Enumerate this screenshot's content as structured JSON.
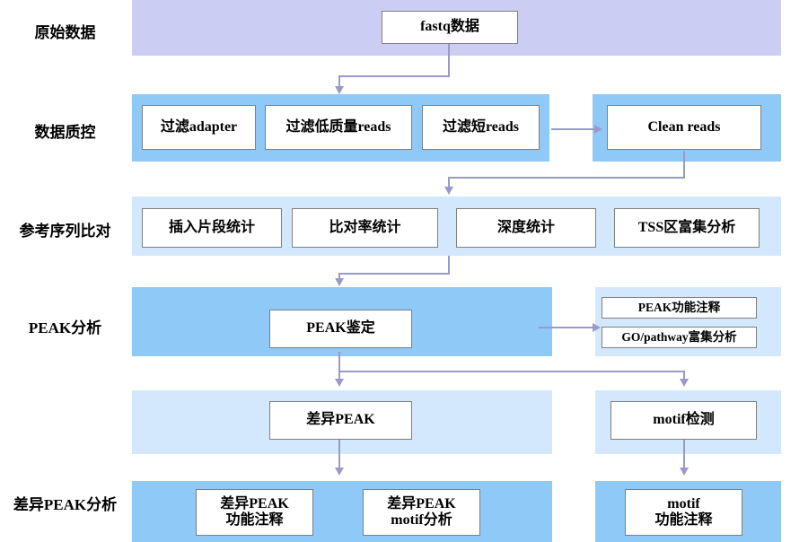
{
  "diagram": {
    "title": "ATAC-seq / ChIP-seq analysis pipeline flowchart",
    "colors": {
      "band_purple": "#cccdf2",
      "band_blue": "#8ec9f7",
      "band_lightblue": "#d3e8fc",
      "box_fill": "#ffffff",
      "box_border": "#7f7f7f",
      "arrow": "#9a9ac8"
    }
  },
  "rows": [
    {
      "label": "原始数据"
    },
    {
      "label": "数据质控"
    },
    {
      "label": "参考序列比对"
    },
    {
      "label": "PEAK分析"
    },
    {
      "label": "差异PEAK分析"
    }
  ],
  "nodes": {
    "fastq": "fastq数据",
    "filter_adapter": "过滤adapter",
    "filter_lowquality": "过滤低质量reads",
    "filter_short": "过滤短reads",
    "clean_reads": "Clean reads",
    "insert_stat": "插入片段统计",
    "mapping_rate": "比对率统计",
    "depth_stat": "深度统计",
    "tss_enrich": "TSS区富集分析",
    "peak_calling": "PEAK鉴定",
    "peak_annotation": "PEAK功能注释",
    "go_pathway": "GO/pathway富集分析",
    "diff_peak": "差异PEAK",
    "motif_detect": "motif检测",
    "diff_peak_anno_l1": "差异PEAK",
    "diff_peak_anno_l2": "功能注释",
    "diff_peak_motif_l1": "差异PEAK",
    "diff_peak_motif_l2": "motif分析",
    "motif_anno_l1": "motif",
    "motif_anno_l2": "功能注释"
  }
}
